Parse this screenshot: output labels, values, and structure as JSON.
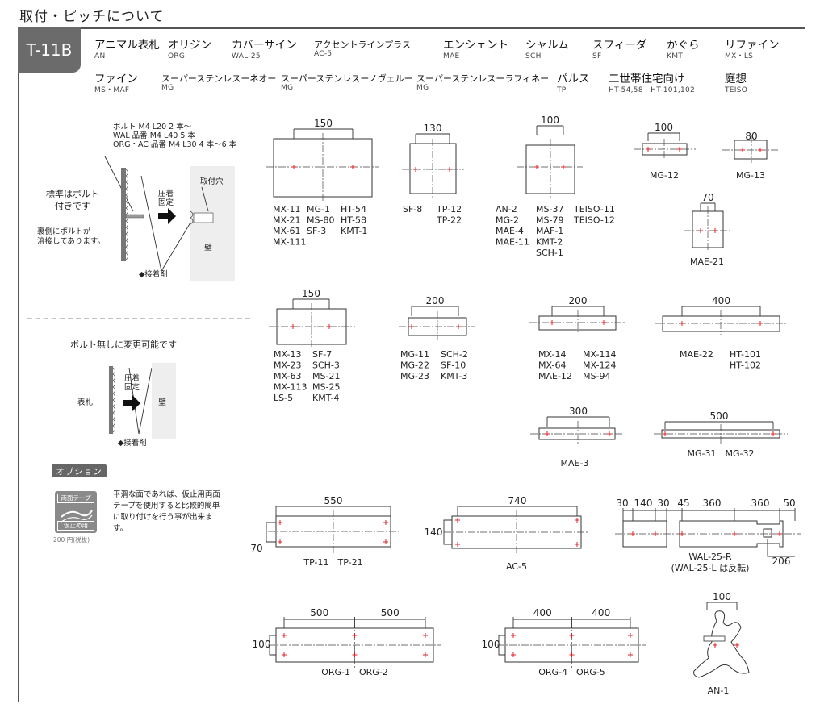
{
  "title": "取付・ピッチについて",
  "model": "T-11B",
  "series_row1": [
    {
      "name": "アニマル表札",
      "code": "AN"
    },
    {
      "name": "オリジン",
      "code": "ORG"
    },
    {
      "name": "カバーサイン",
      "code": "WAL-25"
    },
    {
      "name": "アクセントラインプラス",
      "code": "AC-5"
    },
    {
      "name": "エンシェント",
      "code": "MAE"
    },
    {
      "name": "シャルム",
      "code": "SCH"
    },
    {
      "name": "スフィーダ",
      "code": "SF"
    },
    {
      "name": "かぐら",
      "code": "KMT"
    },
    {
      "name": "リファイン",
      "code": "MX・LS"
    }
  ],
  "series_row2": [
    {
      "name": "ファイン",
      "code": "MS・MAF"
    },
    {
      "name": "スーパーステンレスーネオー",
      "code": "MG"
    },
    {
      "name": "スーパーステンレスーノヴェルー",
      "code": "MG"
    },
    {
      "name": "スーパーステンレスーラフィネー",
      "code": "MG"
    },
    {
      "name": "パルス",
      "code": "TP"
    },
    {
      "name": "二世帯住宅向け",
      "code": "HT-54,58　HT-101,102"
    },
    {
      "name": "庭想",
      "code": "TEISO"
    }
  ],
  "bolt_spec": [
    "ボルト M4 L20 2 本～",
    "WAL 品番 M4 L40 5 本",
    "ORG・AC 品番 M4 L30 4 本～6 本"
  ],
  "std_label": [
    "標準はボルト",
    "付きです"
  ],
  "weld_note": [
    "裏側にボルトが",
    "溶接してあります。"
  ],
  "press_label": [
    "圧着",
    "固定"
  ],
  "hole_label": "取付穴",
  "wall_label": "壁",
  "adhesive_label": "◆接着剤",
  "nobolt_label": "ボルト無しに変更可能です",
  "plate_label": "表札",
  "option_label": "オプション",
  "tape_top": "両面テープ",
  "tape_bottom": "仮止め用",
  "tape_price": "200 円(税抜)",
  "option_text": "平滑な面であれば、仮止用両面テープを使用すると比較的簡単に取り付けを行う事が出来ます。",
  "d150a": {
    "dim": "150",
    "items": [
      [
        "MX-11",
        "MG-1",
        "HT-54"
      ],
      [
        "MX-21",
        "MS-80",
        "HT-58"
      ],
      [
        "MX-61",
        "SF-3",
        "KMT-1"
      ],
      [
        "MX-111"
      ]
    ]
  },
  "d130": {
    "dim": "130",
    "items": [
      [
        "SF-8",
        "TP-12"
      ],
      [
        "",
        "TP-22"
      ]
    ]
  },
  "d100": {
    "dim": "100",
    "items": [
      [
        "AN-2",
        "MS-37",
        "TEISO-11"
      ],
      [
        "MG-2",
        "MS-79",
        "TEISO-12"
      ],
      [
        "MAE-4",
        "MAF-1"
      ],
      [
        "MAE-11",
        "KMT-2"
      ],
      [
        "",
        "SCH-1"
      ]
    ]
  },
  "mg12": {
    "dim": "100",
    "label": "MG-12"
  },
  "mg13": {
    "dim": "80",
    "label": "MG-13"
  },
  "mae21": {
    "dim": "70",
    "label": "MAE-21"
  },
  "d150b": {
    "dim": "150",
    "items": [
      [
        "MX-13",
        "SF-7"
      ],
      [
        "MX-23",
        "SCH-3"
      ],
      [
        "MX-63",
        "MS-21"
      ],
      [
        "MX-113",
        "MS-25"
      ],
      [
        "LS-5",
        "KMT-4"
      ]
    ]
  },
  "d200a": {
    "dim": "200",
    "items": [
      [
        "MG-11",
        "SCH-2"
      ],
      [
        "MG-22",
        "SF-10"
      ],
      [
        "MG-23",
        "KMT-3"
      ]
    ]
  },
  "d200b": {
    "dim": "200",
    "items": [
      [
        "MX-14",
        "MX-114"
      ],
      [
        "MX-64",
        "MX-124"
      ],
      [
        "MAE-12",
        "MS-94"
      ]
    ]
  },
  "d400": {
    "dim": "400",
    "items": [
      [
        "MAE-22",
        "HT-101"
      ],
      [
        "",
        "HT-102"
      ]
    ]
  },
  "d300": {
    "dim": "300",
    "label": "MAE-3"
  },
  "d500": {
    "dim": "500",
    "label": "MG-31　MG-32"
  },
  "tp11": {
    "dim": "550",
    "height": "70",
    "label": "TP-11　TP-21"
  },
  "ac5": {
    "dim": "740",
    "height": "140",
    "label": "AC-5"
  },
  "wal": {
    "dims": [
      "30",
      "140",
      "30",
      "45",
      "360",
      "360",
      "50"
    ],
    "offset": "206",
    "label1": "WAL-25-R",
    "label2": "(WAL-25-L は反転)"
  },
  "org12": {
    "dims": [
      "500",
      "500"
    ],
    "height": "100",
    "label": "ORG-1　ORG-2"
  },
  "org45": {
    "dims": [
      "400",
      "400"
    ],
    "height": "100",
    "label": "ORG-4　ORG-5"
  },
  "an1": {
    "dim": "100",
    "label": "AN-1"
  }
}
